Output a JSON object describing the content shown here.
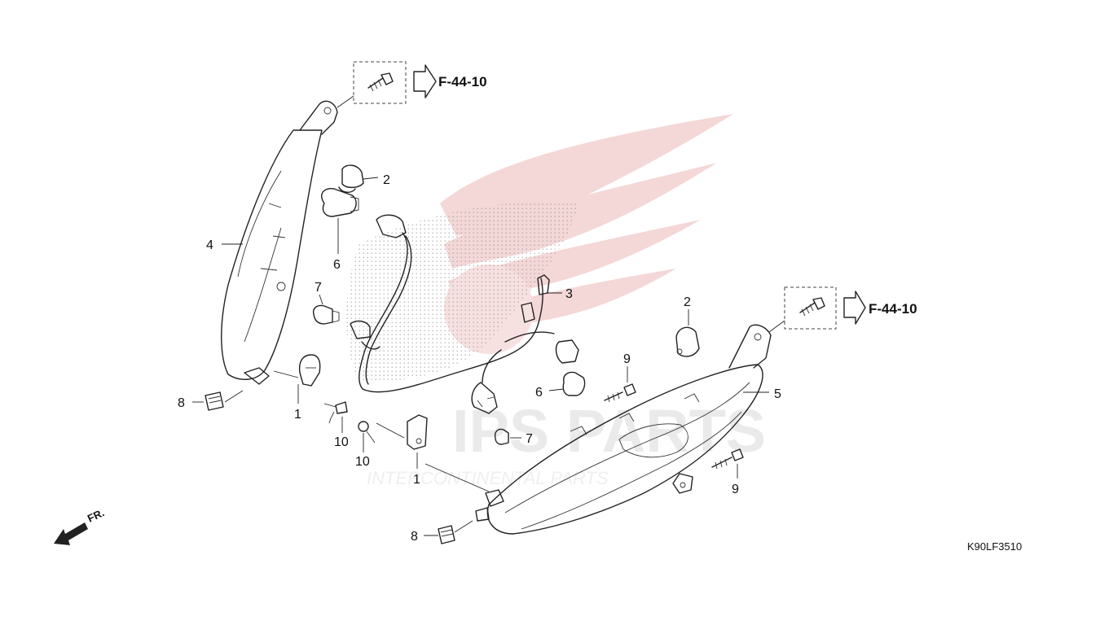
{
  "diagram": {
    "reference_code": "K90LF3510",
    "front_marker": "FR.",
    "cross_refs": [
      {
        "label": "F-44-10"
      },
      {
        "label": "F-44-10"
      }
    ],
    "callouts": [
      {
        "id": "c1a",
        "text": "1"
      },
      {
        "id": "c1b",
        "text": "1"
      },
      {
        "id": "c2a",
        "text": "2"
      },
      {
        "id": "c2b",
        "text": "2"
      },
      {
        "id": "c3",
        "text": "3"
      },
      {
        "id": "c4",
        "text": "4"
      },
      {
        "id": "c5",
        "text": "5"
      },
      {
        "id": "c6a",
        "text": "6"
      },
      {
        "id": "c6b",
        "text": "6"
      },
      {
        "id": "c7a",
        "text": "7"
      },
      {
        "id": "c7b",
        "text": "7"
      },
      {
        "id": "c8a",
        "text": "8"
      },
      {
        "id": "c8b",
        "text": "8"
      },
      {
        "id": "c9a",
        "text": "9"
      },
      {
        "id": "c9b",
        "text": "9"
      },
      {
        "id": "c10a",
        "text": "10"
      },
      {
        "id": "c10b",
        "text": "10"
      }
    ],
    "watermark": {
      "logo_text": "IPS PARTS",
      "tagline": "INTERCONTINENTAL PARTS"
    },
    "colors": {
      "line": "#222222",
      "watermark_red": "#e8b4b4",
      "watermark_gray": "#d9d9d9"
    }
  }
}
